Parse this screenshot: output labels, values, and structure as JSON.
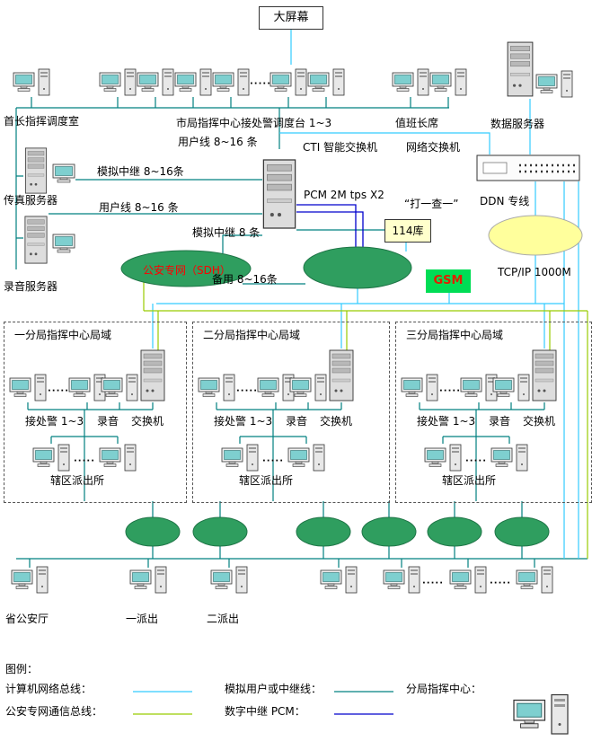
{
  "colors": {
    "net_bus": "#33ccff",
    "sdh_bus": "#99cc00",
    "analog_line": "#008080",
    "pcm_line": "#0000cc",
    "cloud_green": "#2f9e5f",
    "cloud_yellow": "#ffff9c"
  },
  "top": {
    "big_screen": "大屏幕",
    "chief_room": "首长指挥调度室",
    "city_console": "市局指挥中心接处警调度台 1~3",
    "duty_chief": "值班长席",
    "data_server": "数据服务器"
  },
  "middle": {
    "user_line_a": "用户线 8~16 条",
    "cti_switch": "CTI 智能交换机",
    "net_switch": "网络交换机",
    "analog_trunk_a": "模拟中继 8~16条",
    "fax_server": "传真服务器",
    "pcm_label": "PCM 2M tps X2",
    "dial_check": "“打一查一”",
    "ddn": "DDN 专线",
    "user_line_b": "用户线 8~16 条",
    "recording_server": "录音服务器",
    "analog_trunk_b": "模拟中继 8 条",
    "lib_114": "114库",
    "sdh_cloud": "公安专网（SDH）",
    "backup": "备用 8~16条",
    "gsm": "GSM",
    "tcpip": "TCP/IP  1000M"
  },
  "branches": [
    {
      "title": "一分局指挥中心局域"
    },
    {
      "title": "二分局指挥中心局域"
    },
    {
      "title": "三分局指挥中心局域"
    }
  ],
  "branch_labels": {
    "alarm": "接处警 1~3",
    "recording": "录音",
    "switch": "交换机",
    "station": "辖区派出所"
  },
  "bottom": {
    "province": "省公安厅",
    "station1": "一派出",
    "station2": "二派出"
  },
  "legend": {
    "title": "图例：",
    "computer_bus": "计算机网络总线：",
    "sdh_bus": "公安专网通信总线：",
    "analog_line": "模拟用户或中继线：",
    "pcm_line": "数字中继 PCM：",
    "branch_center": "分局指挥中心："
  },
  "misc": {
    "dots": "·····"
  }
}
